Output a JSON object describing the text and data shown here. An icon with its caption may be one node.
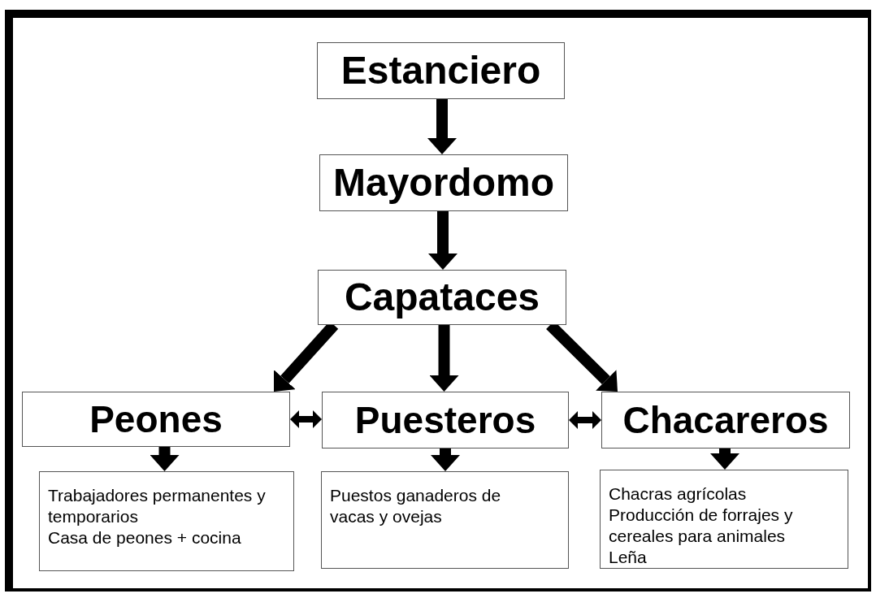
{
  "diagram": {
    "nodes": [
      {
        "text": [
          "Estanciero"
        ]
      },
      {
        "text": [
          "Mayordomo"
        ]
      },
      {
        "text": [
          "Capataces"
        ]
      },
      {
        "text": [
          "Peones"
        ]
      },
      {
        "text": [
          "Puesteros"
        ]
      },
      {
        "text": [
          "Chacareros"
        ]
      },
      {
        "text": [
          "Trabajadores permanentes y temporarios",
          "Casa de peones + cocina"
        ]
      },
      {
        "text": [
          "Puestos ganaderos de vacas y ovejas"
        ]
      },
      {
        "text": [
          "Chacras agrícolas",
          "Producción de forrajes y cereales para animales",
          "Leña"
        ]
      }
    ],
    "edges": [
      {
        "from": 0,
        "to": 1,
        "arrow": "to"
      },
      {
        "from": 1,
        "to": 2,
        "arrow": "to"
      },
      {
        "from": 2,
        "to": 3,
        "arrow": "to"
      },
      {
        "from": 2,
        "to": 4,
        "arrow": "to"
      },
      {
        "from": 2,
        "to": 5,
        "arrow": "to"
      },
      {
        "from": 3,
        "to": 4,
        "arrow": "both"
      },
      {
        "from": 4,
        "to": 5,
        "arrow": "both"
      },
      {
        "from": 3,
        "to": 6,
        "arrow": "to"
      },
      {
        "from": 4,
        "to": 7,
        "arrow": "to"
      },
      {
        "from": 5,
        "to": 8,
        "arrow": "to"
      }
    ]
  }
}
